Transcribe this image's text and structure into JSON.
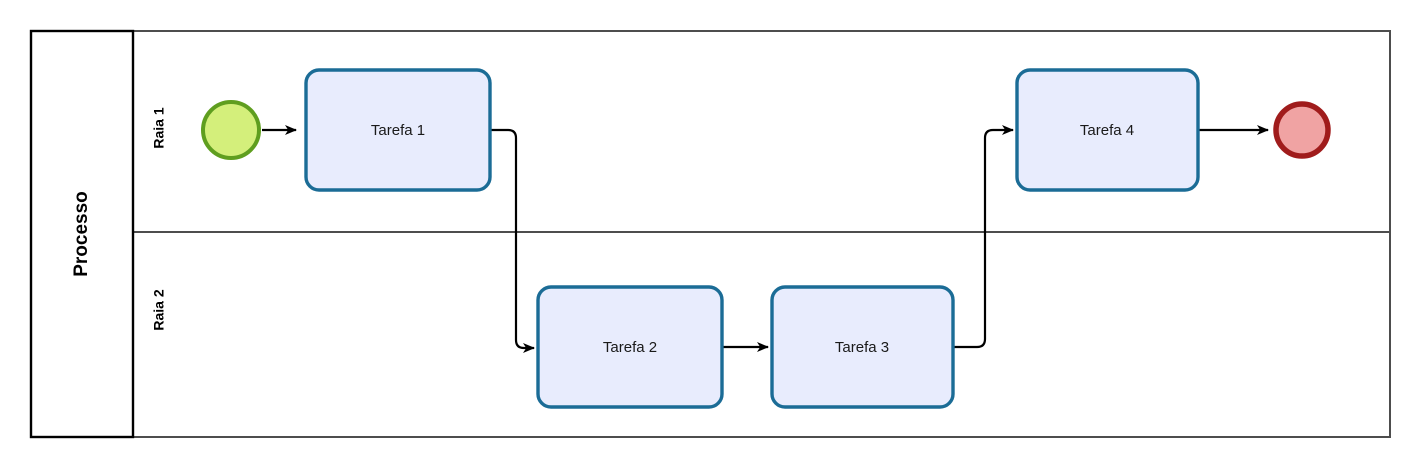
{
  "diagram": {
    "type": "bpmn-pool-lanes",
    "pool": {
      "label": "Processo"
    },
    "lanes": [
      {
        "id": "lane1",
        "label": "Raia 1"
      },
      {
        "id": "lane2",
        "label": "Raia 2"
      }
    ],
    "events": [
      {
        "id": "start",
        "kind": "start-event",
        "label": "",
        "lane": "lane1"
      },
      {
        "id": "end",
        "kind": "end-event",
        "label": "",
        "lane": "lane1"
      }
    ],
    "tasks": [
      {
        "id": "t1",
        "label": "Tarefa 1",
        "lane": "lane1"
      },
      {
        "id": "t2",
        "label": "Tarefa 2",
        "lane": "lane2"
      },
      {
        "id": "t3",
        "label": "Tarefa 3",
        "lane": "lane2"
      },
      {
        "id": "t4",
        "label": "Tarefa 4",
        "lane": "lane1"
      }
    ],
    "flows": [
      {
        "id": "f1",
        "from": "start",
        "to": "t1",
        "label": ""
      },
      {
        "id": "f2",
        "from": "t1",
        "to": "t2",
        "label": ""
      },
      {
        "id": "f3",
        "from": "t2",
        "to": "t3",
        "label": ""
      },
      {
        "id": "f4",
        "from": "t3",
        "to": "t4",
        "label": ""
      },
      {
        "id": "f5",
        "from": "t4",
        "to": "end",
        "label": ""
      }
    ],
    "colors": {
      "task_fill": "#e8ecfd",
      "task_stroke": "#1b6c96",
      "start_fill": "#d4ef7b",
      "start_stroke": "#5f9e1f",
      "end_fill": "#f0a3a3",
      "end_stroke": "#a01c1c",
      "pool_border": "#000000",
      "lane_border": "#4d4d4d",
      "flow_stroke": "#000000",
      "canvas_bg": "#ffffff"
    }
  }
}
